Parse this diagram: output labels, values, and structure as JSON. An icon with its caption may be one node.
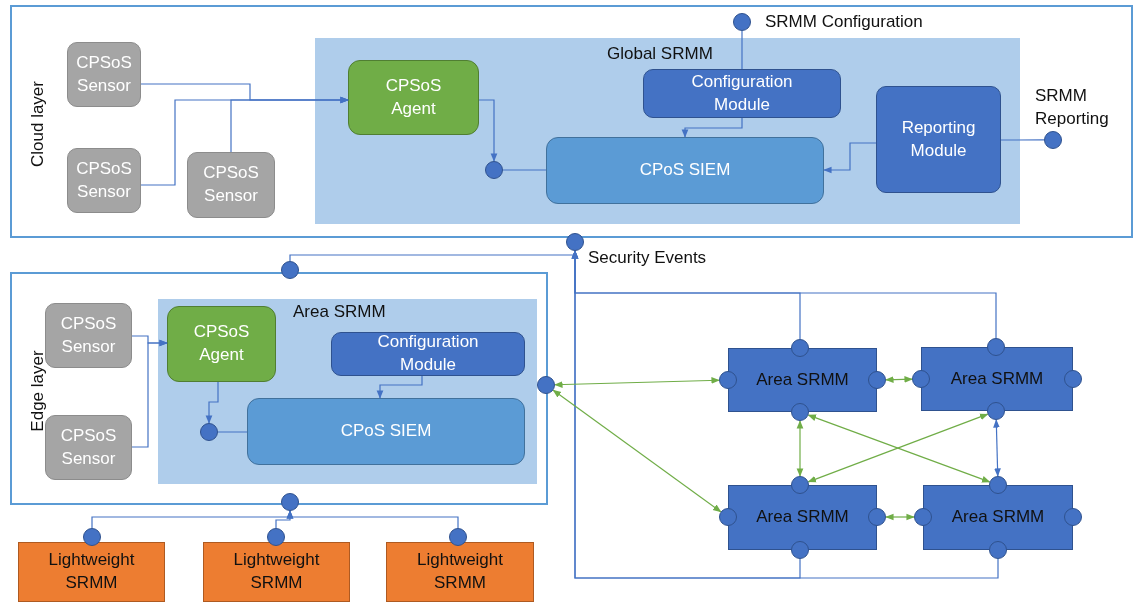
{
  "diagram": {
    "nodes": [
      {
        "text": [
          "Cloud layer"
        ]
      },
      {
        "text": [
          "CPSoS Sensor"
        ],
        "in": 0
      },
      {
        "text": [
          "CPSoS Sensor"
        ],
        "in": 0
      },
      {
        "text": [
          "CPSoS Sensor"
        ],
        "in": 0
      },
      {
        "text": [
          "Global SRMM"
        ],
        "in": 0
      },
      {
        "text": [
          "CPSoS Agent"
        ],
        "in": 4
      },
      {
        "text": [
          "Configuration Module"
        ],
        "in": 4
      },
      {
        "text": [
          "Reporting Module"
        ],
        "in": 4
      },
      {
        "text": [
          "CPoS SIEM"
        ],
        "in": 4
      },
      {
        "text": [],
        "shape": "circle",
        "in": 4
      },
      {
        "text": [],
        "shape": "circle",
        "in": 0,
        "beside": [
          "SRMM Configuration"
        ]
      },
      {
        "text": [],
        "shape": "circle",
        "in": 0,
        "beside": [
          "SRMM Reporting"
        ]
      },
      {
        "text": [],
        "shape": "circle",
        "beside": [
          "Security Events"
        ]
      },
      {
        "text": [
          "Edge layer"
        ]
      },
      {
        "text": [],
        "shape": "circle"
      },
      {
        "text": [
          "CPSoS Sensor"
        ],
        "in": 13
      },
      {
        "text": [
          "CPSoS Sensor"
        ],
        "in": 13
      },
      {
        "text": [
          "Area SRMM"
        ],
        "in": 13
      },
      {
        "text": [
          "CPSoS Agent"
        ],
        "in": 17
      },
      {
        "text": [
          "Configuration Module"
        ],
        "in": 17
      },
      {
        "text": [
          "CPoS SIEM"
        ],
        "in": 17
      },
      {
        "text": [],
        "shape": "circle",
        "in": 17
      },
      {
        "text": [],
        "shape": "circle"
      },
      {
        "text": [],
        "shape": "circle"
      },
      {
        "text": [
          "Lightweight SRMM"
        ]
      },
      {
        "text": [
          "Lightweight SRMM"
        ]
      },
      {
        "text": [
          "Lightweight SRMM"
        ]
      },
      {
        "text": [],
        "shape": "circle"
      },
      {
        "text": [],
        "shape": "circle"
      },
      {
        "text": [],
        "shape": "circle"
      },
      {
        "text": [
          "Area SRMM"
        ]
      },
      {
        "text": [
          "Area SRMM"
        ]
      },
      {
        "text": [
          "Area SRMM"
        ]
      },
      {
        "text": [
          "Area SRMM"
        ]
      },
      {
        "text": [],
        "shape": "circle"
      },
      {
        "text": [],
        "shape": "circle"
      },
      {
        "text": [],
        "shape": "circle"
      },
      {
        "text": [],
        "shape": "circle"
      },
      {
        "text": [],
        "shape": "circle"
      },
      {
        "text": [],
        "shape": "circle"
      },
      {
        "text": [],
        "shape": "circle"
      },
      {
        "text": [],
        "shape": "circle"
      },
      {
        "text": [],
        "shape": "circle"
      },
      {
        "text": [],
        "shape": "circle"
      },
      {
        "text": [],
        "shape": "circle"
      },
      {
        "text": [],
        "shape": "circle"
      },
      {
        "text": [],
        "shape": "circle"
      },
      {
        "text": [],
        "shape": "circle"
      },
      {
        "text": [],
        "shape": "circle"
      },
      {
        "text": [],
        "shape": "circle"
      }
    ],
    "edges": [
      {
        "from": 1,
        "to": 5,
        "arrow": "to"
      },
      {
        "from": 2,
        "to": 5,
        "arrow": "to"
      },
      {
        "from": 3,
        "to": 5,
        "arrow": "to"
      },
      {
        "from": 5,
        "to": 9,
        "arrow": "to"
      },
      {
        "from": 9,
        "to": 8,
        "arrow": "none"
      },
      {
        "from": 6,
        "to": 8,
        "arrow": "to"
      },
      {
        "from": 10,
        "to": 6,
        "arrow": "none"
      },
      {
        "from": 7,
        "to": 8,
        "arrow": "to"
      },
      {
        "from": 7,
        "to": 11,
        "arrow": "none"
      },
      {
        "from": 14,
        "to": 12,
        "arrow": "to"
      },
      {
        "from": 34,
        "to": 12,
        "arrow": "to"
      },
      {
        "from": 38,
        "to": 12,
        "arrow": "to"
      },
      {
        "from": 45,
        "to": 12,
        "arrow": "to"
      },
      {
        "from": 49,
        "to": 12,
        "arrow": "to"
      },
      {
        "from": 15,
        "to": 18,
        "arrow": "to"
      },
      {
        "from": 16,
        "to": 18,
        "arrow": "to"
      },
      {
        "from": 18,
        "to": 21,
        "arrow": "to"
      },
      {
        "from": 21,
        "to": 20,
        "arrow": "none"
      },
      {
        "from": 19,
        "to": 20,
        "arrow": "to"
      },
      {
        "from": 27,
        "to": 23,
        "arrow": "to"
      },
      {
        "from": 28,
        "to": 23,
        "arrow": "to"
      },
      {
        "from": 29,
        "to": 23,
        "arrow": "to"
      },
      {
        "from": 22,
        "to": 35,
        "arrow": "both",
        "color": "#70ad47"
      },
      {
        "from": 22,
        "to": 43,
        "arrow": "both",
        "color": "#70ad47"
      },
      {
        "from": 36,
        "to": 39,
        "arrow": "both",
        "color": "#70ad47"
      },
      {
        "from": 44,
        "to": 47,
        "arrow": "both",
        "color": "#70ad47"
      },
      {
        "from": 37,
        "to": 42,
        "arrow": "both",
        "color": "#70ad47"
      },
      {
        "from": 37,
        "to": 46,
        "arrow": "both",
        "color": "#70ad47"
      },
      {
        "from": 41,
        "to": 42,
        "arrow": "both",
        "color": "#70ad47"
      },
      {
        "from": 41,
        "to": 46,
        "arrow": "both"
      }
    ]
  }
}
